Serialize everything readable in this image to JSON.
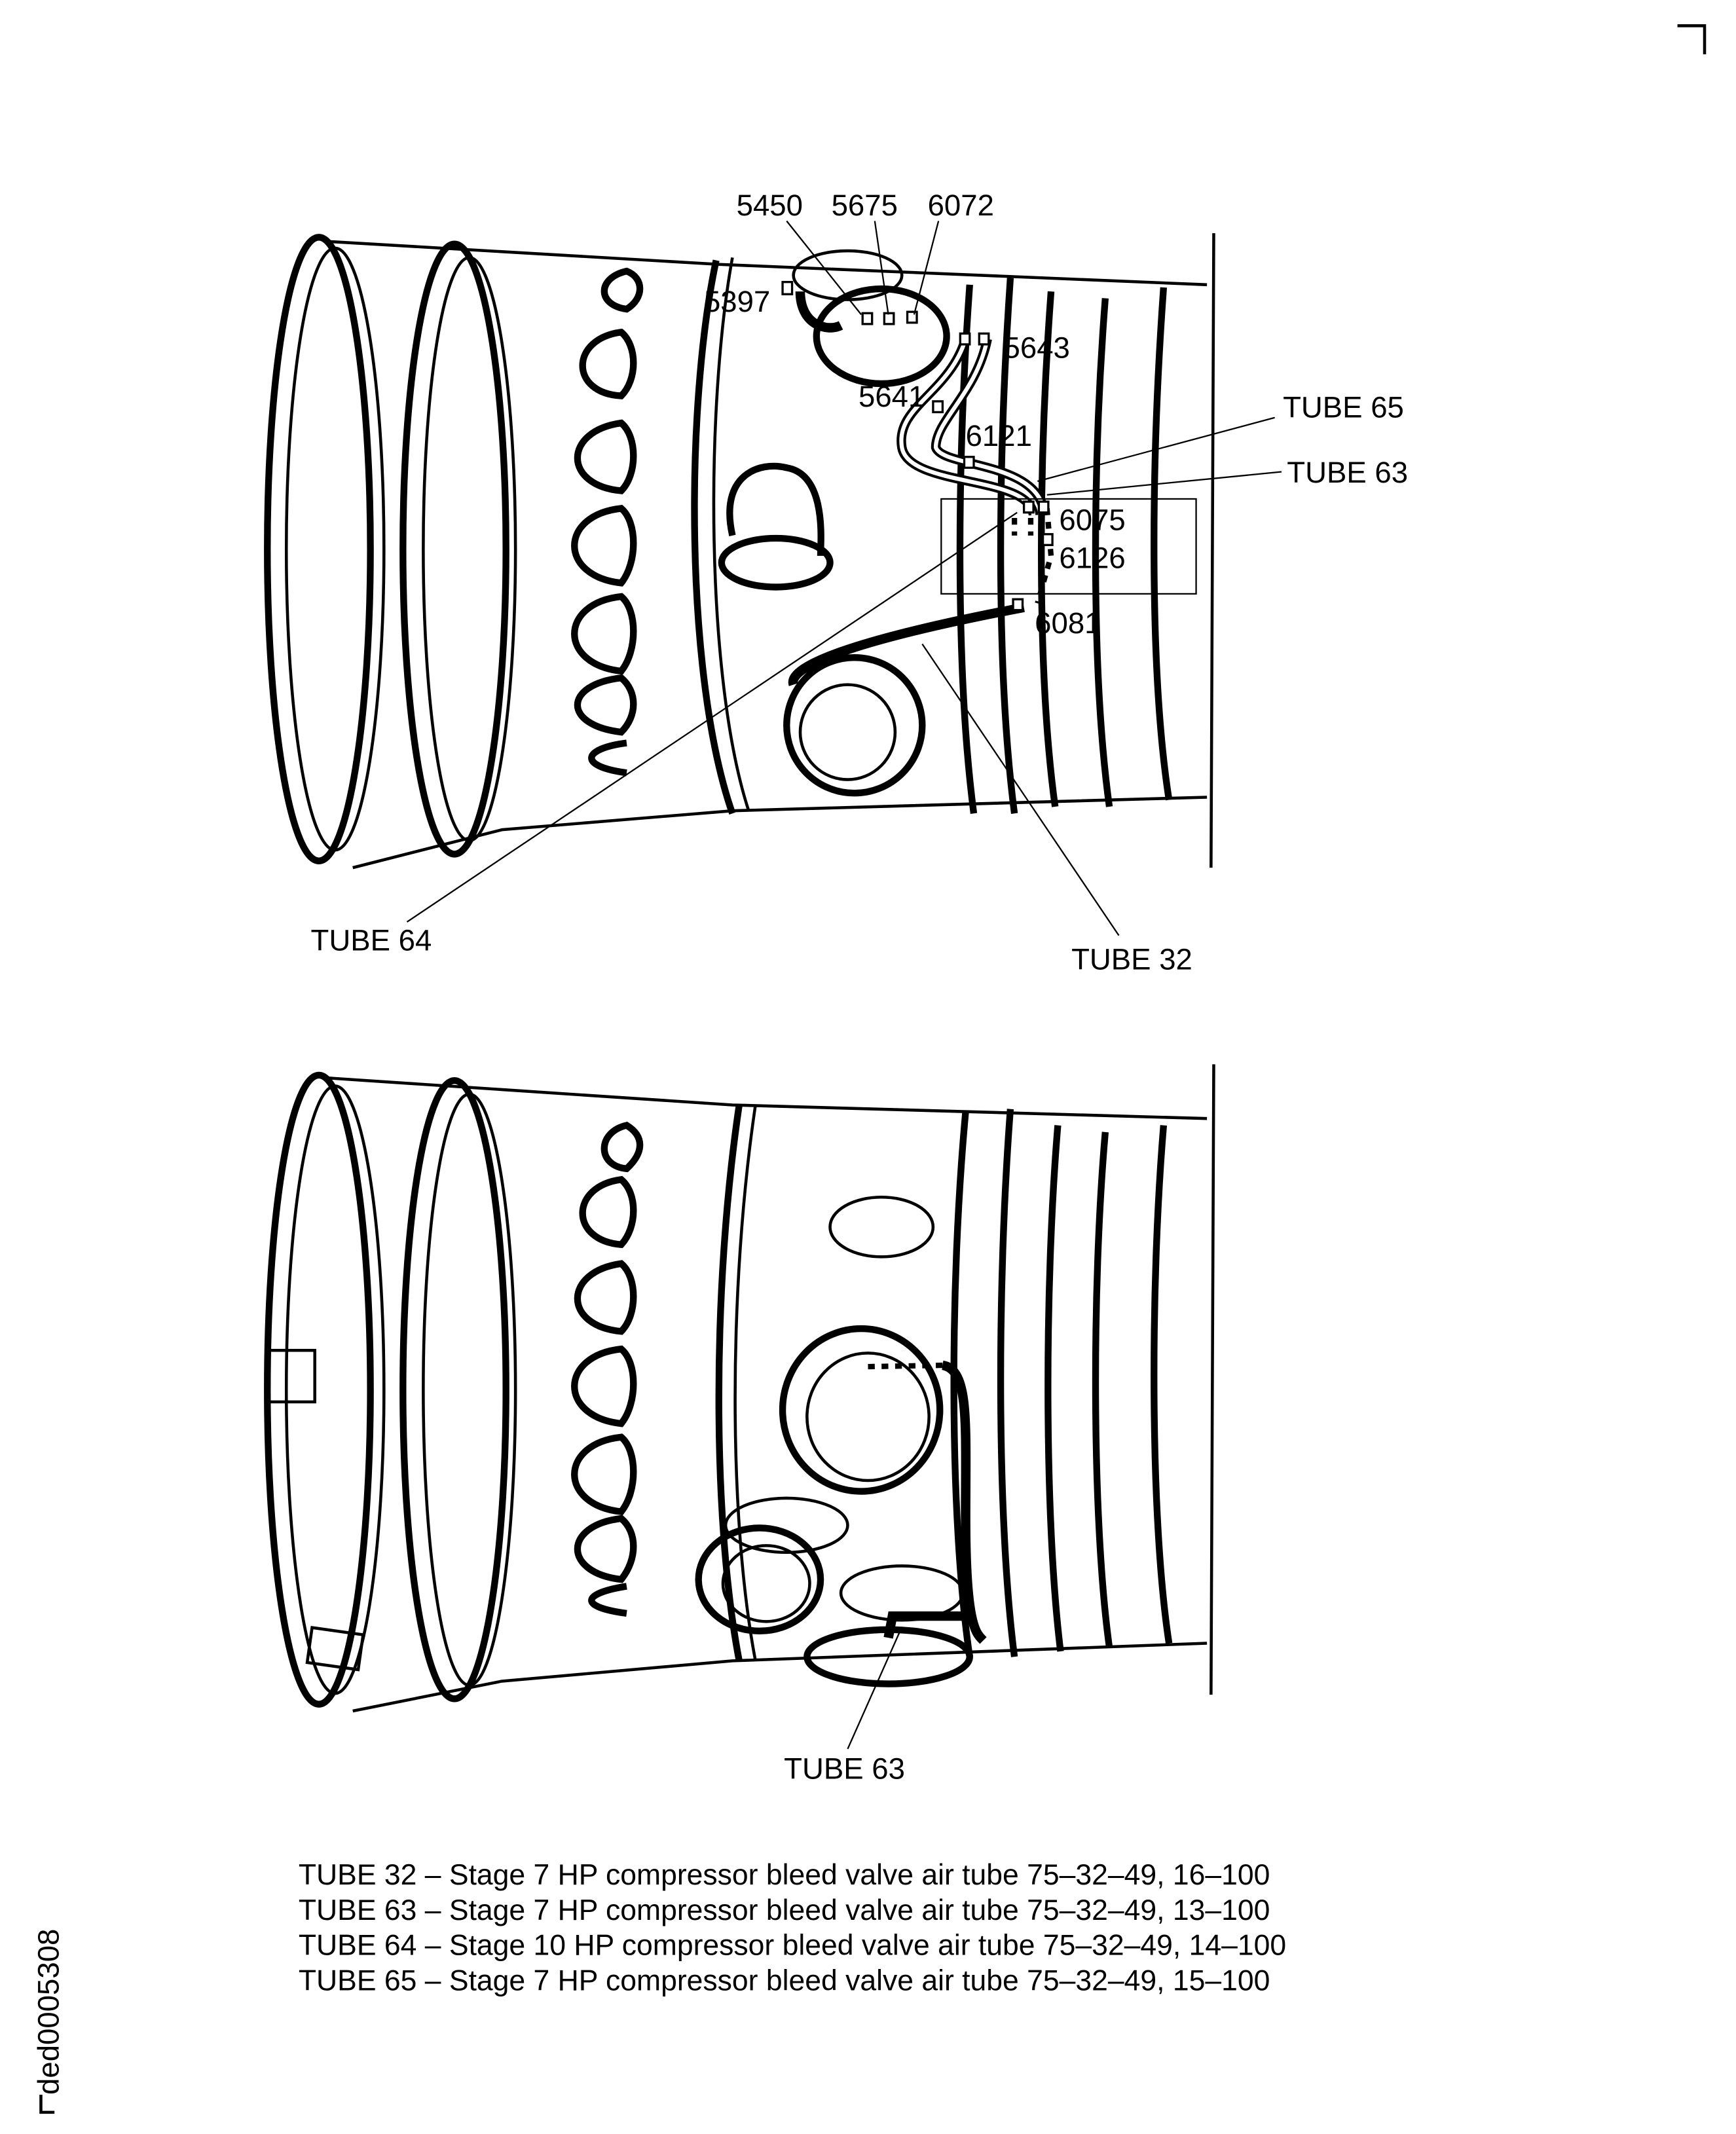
{
  "figure_id": "ded0005308",
  "top_view": {
    "callouts": {
      "c5450": "5450",
      "c5675": "5675",
      "c6072": "6072",
      "c5397": "5397",
      "c5643": "5643",
      "c5641": "5641",
      "c6121": "6121",
      "c6075": "6075",
      "c6126": "6126",
      "c6081": "6081"
    },
    "tube_labels": {
      "tube65": "TUBE 65",
      "tube63": "TUBE 63",
      "tube64": "TUBE 64",
      "tube32": "TUBE 32"
    }
  },
  "bottom_view": {
    "tube_labels": {
      "tube63": "TUBE 63"
    }
  },
  "legend": [
    "TUBE 32 – Stage 7 HP compressor bleed valve air tube 75–32–49, 16–100",
    "TUBE 63 – Stage 7 HP compressor bleed valve air tube 75–32–49, 13–100",
    "TUBE 64 – Stage 10 HP compressor bleed valve air tube 75–32–49, 14–100",
    "TUBE 65 – Stage 7 HP compressor bleed valve air tube 75–32–49, 15–100"
  ]
}
